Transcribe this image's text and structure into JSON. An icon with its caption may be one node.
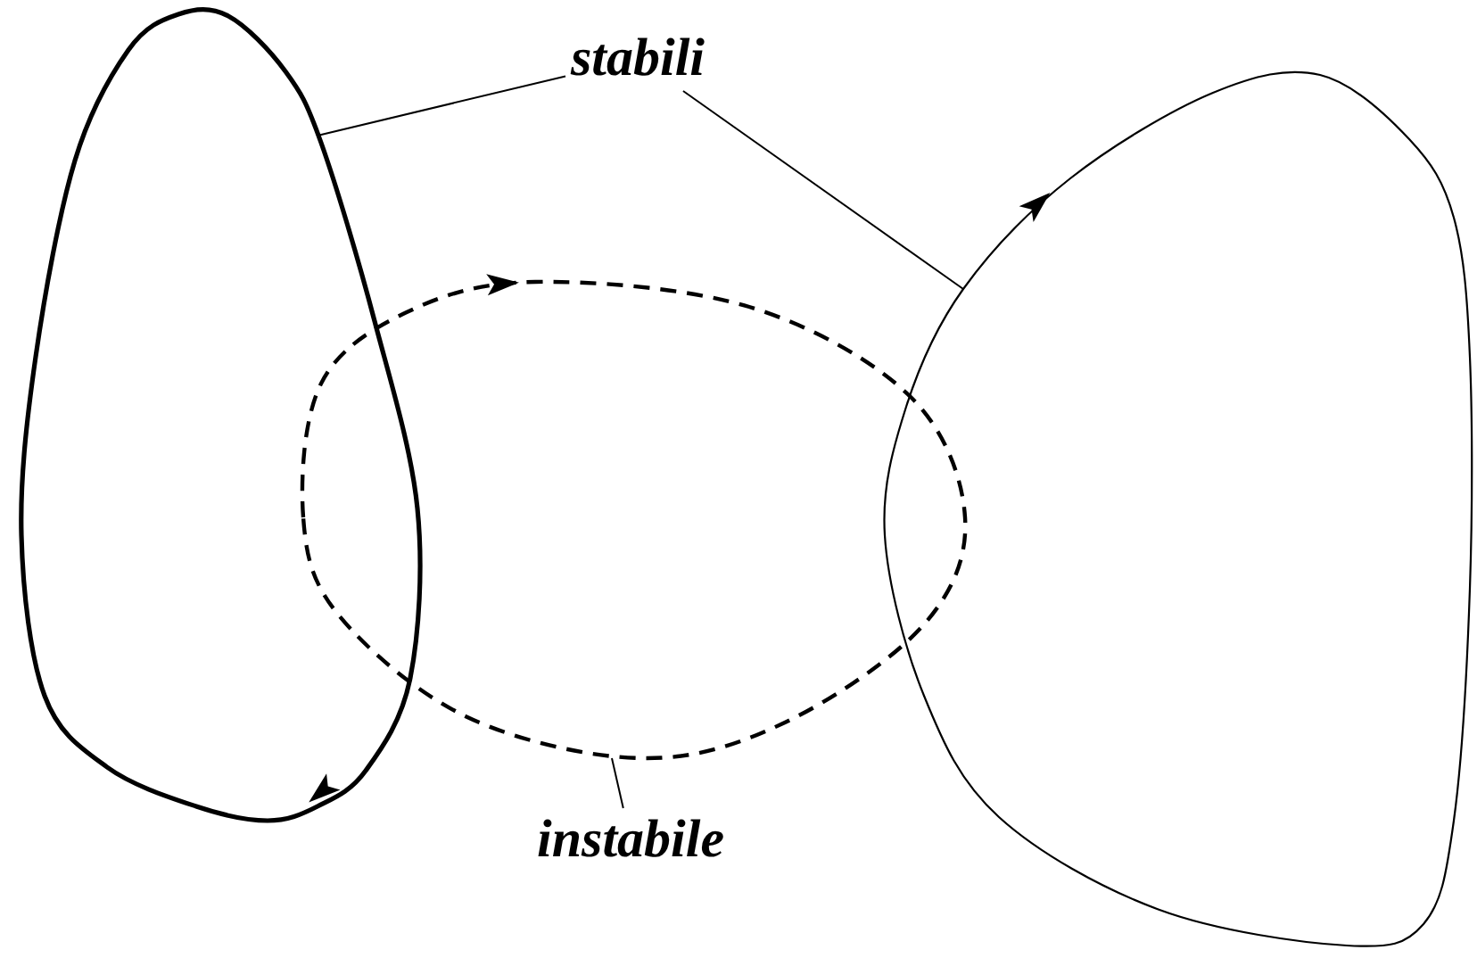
{
  "diagram": {
    "nodes": [
      {
        "text": [
          "stabili"
        ]
      },
      {
        "text": [],
        "shape": "loop"
      },
      {
        "text": [],
        "shape": "loop"
      },
      {
        "text": [],
        "shape": "loop"
      },
      {
        "text": [
          "instabile"
        ]
      }
    ],
    "edges": [
      {
        "from": 0,
        "to": 1,
        "arrow": "none"
      },
      {
        "from": 0,
        "to": 3,
        "arrow": "none"
      },
      {
        "from": 4,
        "to": 2,
        "arrow": "none"
      }
    ]
  }
}
